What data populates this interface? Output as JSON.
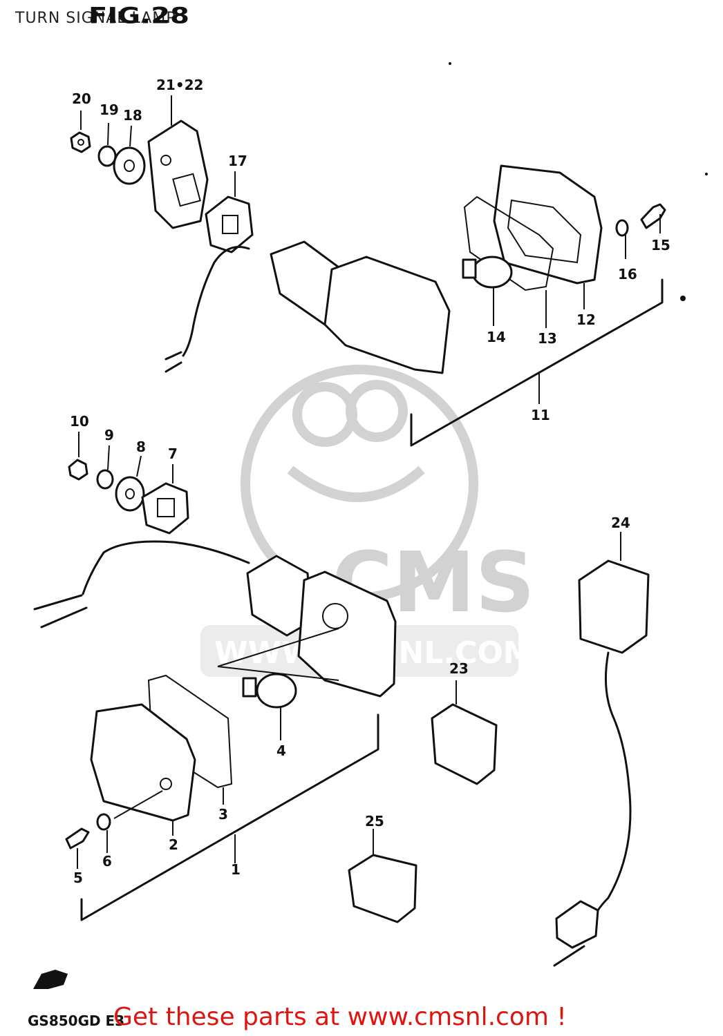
{
  "page": {
    "title": "TURN SIGNAL LAMP",
    "figure_label": "FIG.28",
    "model_code": "GS850GD E3",
    "cta_link": "Get these parts at www.cmsnl.com !",
    "accent_color": "#e0140f"
  },
  "watermark": {
    "logo_text": "CMS",
    "url_text": "WWW.CMSNL.COM",
    "color": "#d2d2d2"
  },
  "callouts": {
    "c1": "1",
    "c2": "2",
    "c3": "3",
    "c4": "4",
    "c5": "5",
    "c6": "6",
    "c7": "7",
    "c8": "8",
    "c9": "9",
    "c10": "10",
    "c11": "11",
    "c12": "12",
    "c13": "13",
    "c14": "14",
    "c15": "15",
    "c16": "16",
    "c17": "17",
    "c18": "18",
    "c19": "19",
    "c20": "20",
    "c21_22": "21•22",
    "c23": "23",
    "c24": "24",
    "c25": "25"
  }
}
